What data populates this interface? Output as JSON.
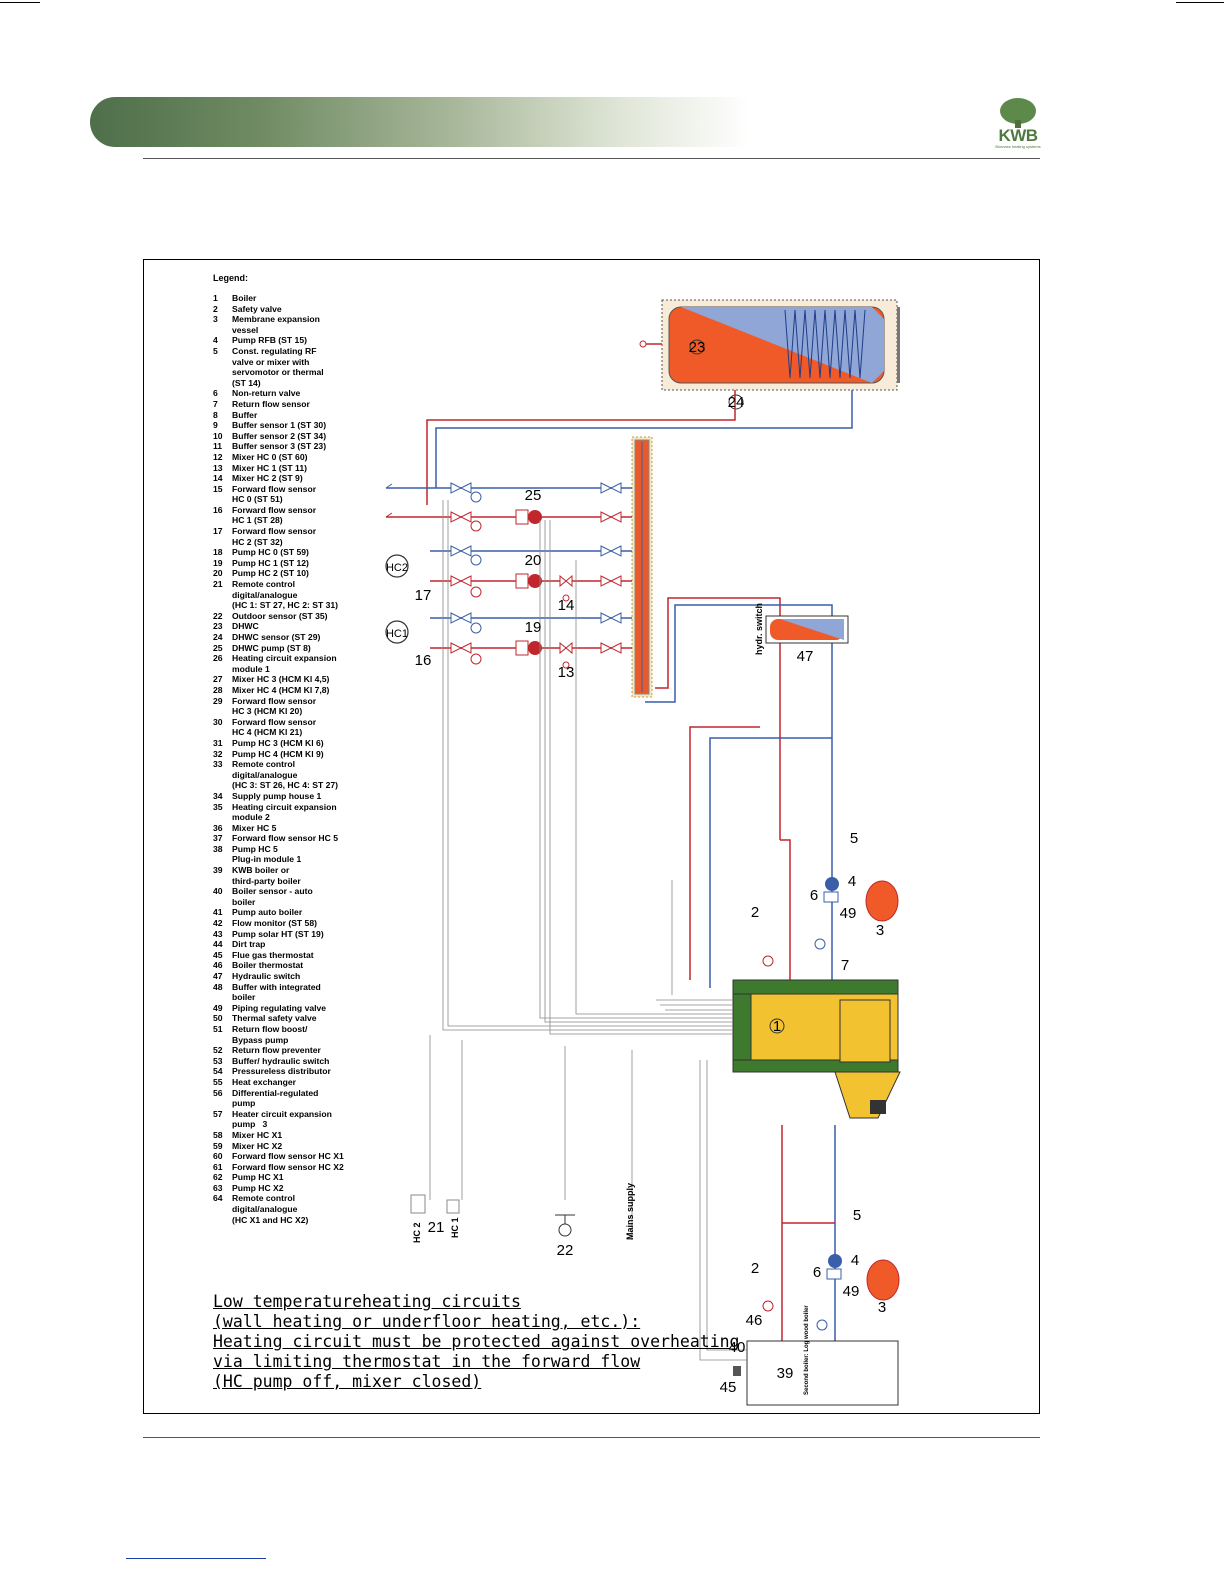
{
  "logo": {
    "text": "KWB",
    "subtext": "Biomass heating systems"
  },
  "legend": {
    "title": "Legend:",
    "items": [
      {
        "n": "1",
        "t": "Boiler"
      },
      {
        "n": "2",
        "t": "Safety valve"
      },
      {
        "n": "3",
        "t": "Membrane expansion\nvessel"
      },
      {
        "n": "4",
        "t": "Pump RFB (ST 15)"
      },
      {
        "n": "5",
        "t": "Const. regulating RF\nvalve or mixer with\nservomotor or thermal\n(ST 14)"
      },
      {
        "n": "6",
        "t": "Non-return valve"
      },
      {
        "n": "7",
        "t": "Return flow sensor"
      },
      {
        "n": "8",
        "t": "Buffer"
      },
      {
        "n": "9",
        "t": "Buffer sensor 1 (ST 30)"
      },
      {
        "n": "10",
        "t": "Buffer sensor 2 (ST 34)"
      },
      {
        "n": "11",
        "t": "Buffer sensor 3 (ST 23)"
      },
      {
        "n": "12",
        "t": "Mixer HC 0 (ST 60)"
      },
      {
        "n": "13",
        "t": "Mixer HC 1 (ST 11)"
      },
      {
        "n": "14",
        "t": "Mixer HC 2 (ST 9)"
      },
      {
        "n": "15",
        "t": "Forward flow sensor\nHC 0 (ST 51)"
      },
      {
        "n": "16",
        "t": "Forward flow sensor\nHC 1 (ST 28)"
      },
      {
        "n": "17",
        "t": "Forward flow sensor\nHC 2 (ST 32)"
      },
      {
        "n": "18",
        "t": "Pump HC 0 (ST 59)"
      },
      {
        "n": "19",
        "t": "Pump HC 1 (ST 12)"
      },
      {
        "n": "20",
        "t": "Pump HC 2 (ST 10)"
      },
      {
        "n": "21",
        "t": "Remote control\ndigital/analogue\n(HC 1: ST 27, HC 2: ST 31)"
      },
      {
        "n": "22",
        "t": "Outdoor sensor (ST 35)"
      },
      {
        "n": "23",
        "t": "DHWC"
      },
      {
        "n": "24",
        "t": "DHWC sensor (ST 29)"
      },
      {
        "n": "25",
        "t": "DHWC pump (ST 8)"
      },
      {
        "n": "26",
        "t": "Heating circuit expansion\nmodule 1"
      },
      {
        "n": "27",
        "t": "Mixer HC 3 (HCM Kl 4,5)"
      },
      {
        "n": "28",
        "t": "Mixer HC 4 (HCM Kl 7,8)"
      },
      {
        "n": "29",
        "t": "Forward flow sensor\nHC 3 (HCM Kl 20)"
      },
      {
        "n": "30",
        "t": "Forward flow sensor\nHC 4 (HCM Kl 21)"
      },
      {
        "n": "31",
        "t": "Pump HC 3 (HCM Kl 6)"
      },
      {
        "n": "32",
        "t": "Pump HC 4 (HCM Kl 9)"
      },
      {
        "n": "33",
        "t": "Remote control\ndigital/analogue\n(HC 3: ST 26, HC 4: ST 27)"
      },
      {
        "n": "34",
        "t": "Supply pump house 1"
      },
      {
        "n": "35",
        "t": "Heating circuit expansion\nmodule 2"
      },
      {
        "n": "36",
        "t": "Mixer HC 5"
      },
      {
        "n": "37",
        "t": "Forward flow sensor HC 5"
      },
      {
        "n": "38",
        "t": "Pump HC 5\nPlug-in module 1"
      },
      {
        "n": "39",
        "t": "KWB boiler or\nthird-party boiler"
      },
      {
        "n": "40",
        "t": "Boiler sensor - auto\nboiler"
      },
      {
        "n": "41",
        "t": "Pump auto boiler"
      },
      {
        "n": "42",
        "t": "Flow monitor (ST 58)"
      },
      {
        "n": "43",
        "t": "Pump solar HT (ST 19)"
      },
      {
        "n": "44",
        "t": "Dirt trap"
      },
      {
        "n": "45",
        "t": "Flue gas thermostat"
      },
      {
        "n": "46",
        "t": "Boiler thermostat"
      },
      {
        "n": "47",
        "t": "Hydraulic switch"
      },
      {
        "n": "48",
        "t": "Buffer with integrated\nboiler"
      },
      {
        "n": "49",
        "t": "Piping regulating valve"
      },
      {
        "n": "50",
        "t": "Thermal safety valve"
      },
      {
        "n": "51",
        "t": "Return flow boost/\nBypass pump"
      },
      {
        "n": "52",
        "t": "Return flow preventer"
      },
      {
        "n": "53",
        "t": "Buffer/ hydraulic switch"
      },
      {
        "n": "54",
        "t": "Pressureless distributor"
      },
      {
        "n": "55",
        "t": "Heat exchanger"
      },
      {
        "n": "56",
        "t": "Differential-regulated\npump"
      },
      {
        "n": "57",
        "t": "Heater circuit expansion\npump   3"
      },
      {
        "n": "58",
        "t": "Mixer HC X1"
      },
      {
        "n": "59",
        "t": "Mixer HC X2"
      },
      {
        "n": "60",
        "t": "Forward flow sensor HC X1"
      },
      {
        "n": "61",
        "t": "Forward flow sensor HC X2"
      },
      {
        "n": "62",
        "t": "Pump HC X1"
      },
      {
        "n": "63",
        "t": "Pump HC X2"
      },
      {
        "n": "64",
        "t": "Remote control\ndigital/analogue\n(HC X1 and HC X2)"
      }
    ]
  },
  "note": {
    "lines": [
      "Low temperatureheating circuits",
      "(wall heating or underfloor heating, etc.):",
      "Heating circuit must be protected against overheating",
      "via limiting thermostat in the forward flow",
      "(HC pump off, mixer closed)"
    ]
  },
  "labels": {
    "hc1": "HC1",
    "hc2": "HC2",
    "hydr_switch": "hydr. switch",
    "mains_supply": "Mains supply",
    "remote_hc2": "HC 2",
    "remote_hc1": "HC 1",
    "second_boiler": "Second boiler: Log wood boiler",
    "n1": "1",
    "n2a": "2",
    "n2b": "2",
    "n3a": "3",
    "n3b": "3",
    "n4a": "4",
    "n4b": "4",
    "n5a": "5",
    "n5b": "5",
    "n6a": "6",
    "n6b": "6",
    "n7": "7",
    "n13": "13",
    "n14": "14",
    "n16": "16",
    "n17": "17",
    "n19": "19",
    "n20": "20",
    "n21": "21",
    "n22": "22",
    "n23": "23",
    "n24": "24",
    "n25": "25",
    "n39": "39",
    "n40": "40",
    "n45": "45",
    "n46": "46",
    "n47": "47",
    "n49a": "49",
    "n49b": "49"
  },
  "colors": {
    "flow": "#c0272d",
    "return": "#3a5fa8",
    "boiler_green": "#3d7a2e",
    "boiler_yellow": "#f2c230",
    "tank_red": "#f05a28",
    "tank_blue": "#8fa6d6"
  }
}
